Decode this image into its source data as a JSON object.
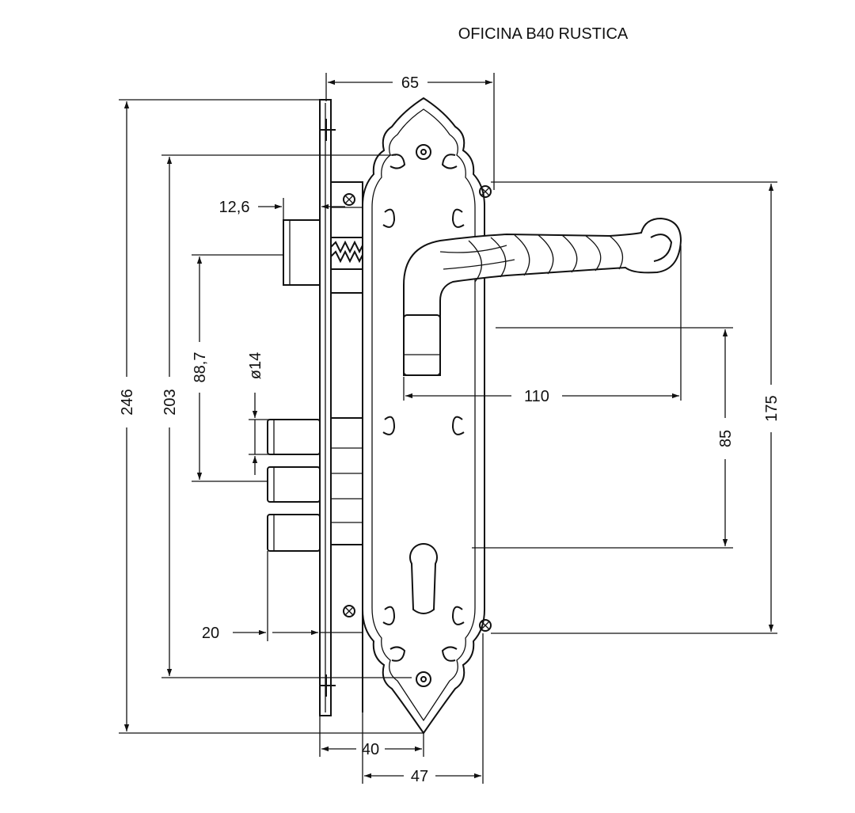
{
  "title": "OFICINA B40 RUSTICA",
  "dimensions": {
    "width_top": "65",
    "height_total": "246",
    "height_inner": "203",
    "latch_projection": "12,6",
    "backset_latch": "88,7",
    "bolt_diameter": "ø14",
    "bolt_projection": "20",
    "handle_length": "110",
    "handle_to_cylinder": "85",
    "screw_spacing": "175",
    "front_to_center": "40",
    "plate_width": "47"
  }
}
